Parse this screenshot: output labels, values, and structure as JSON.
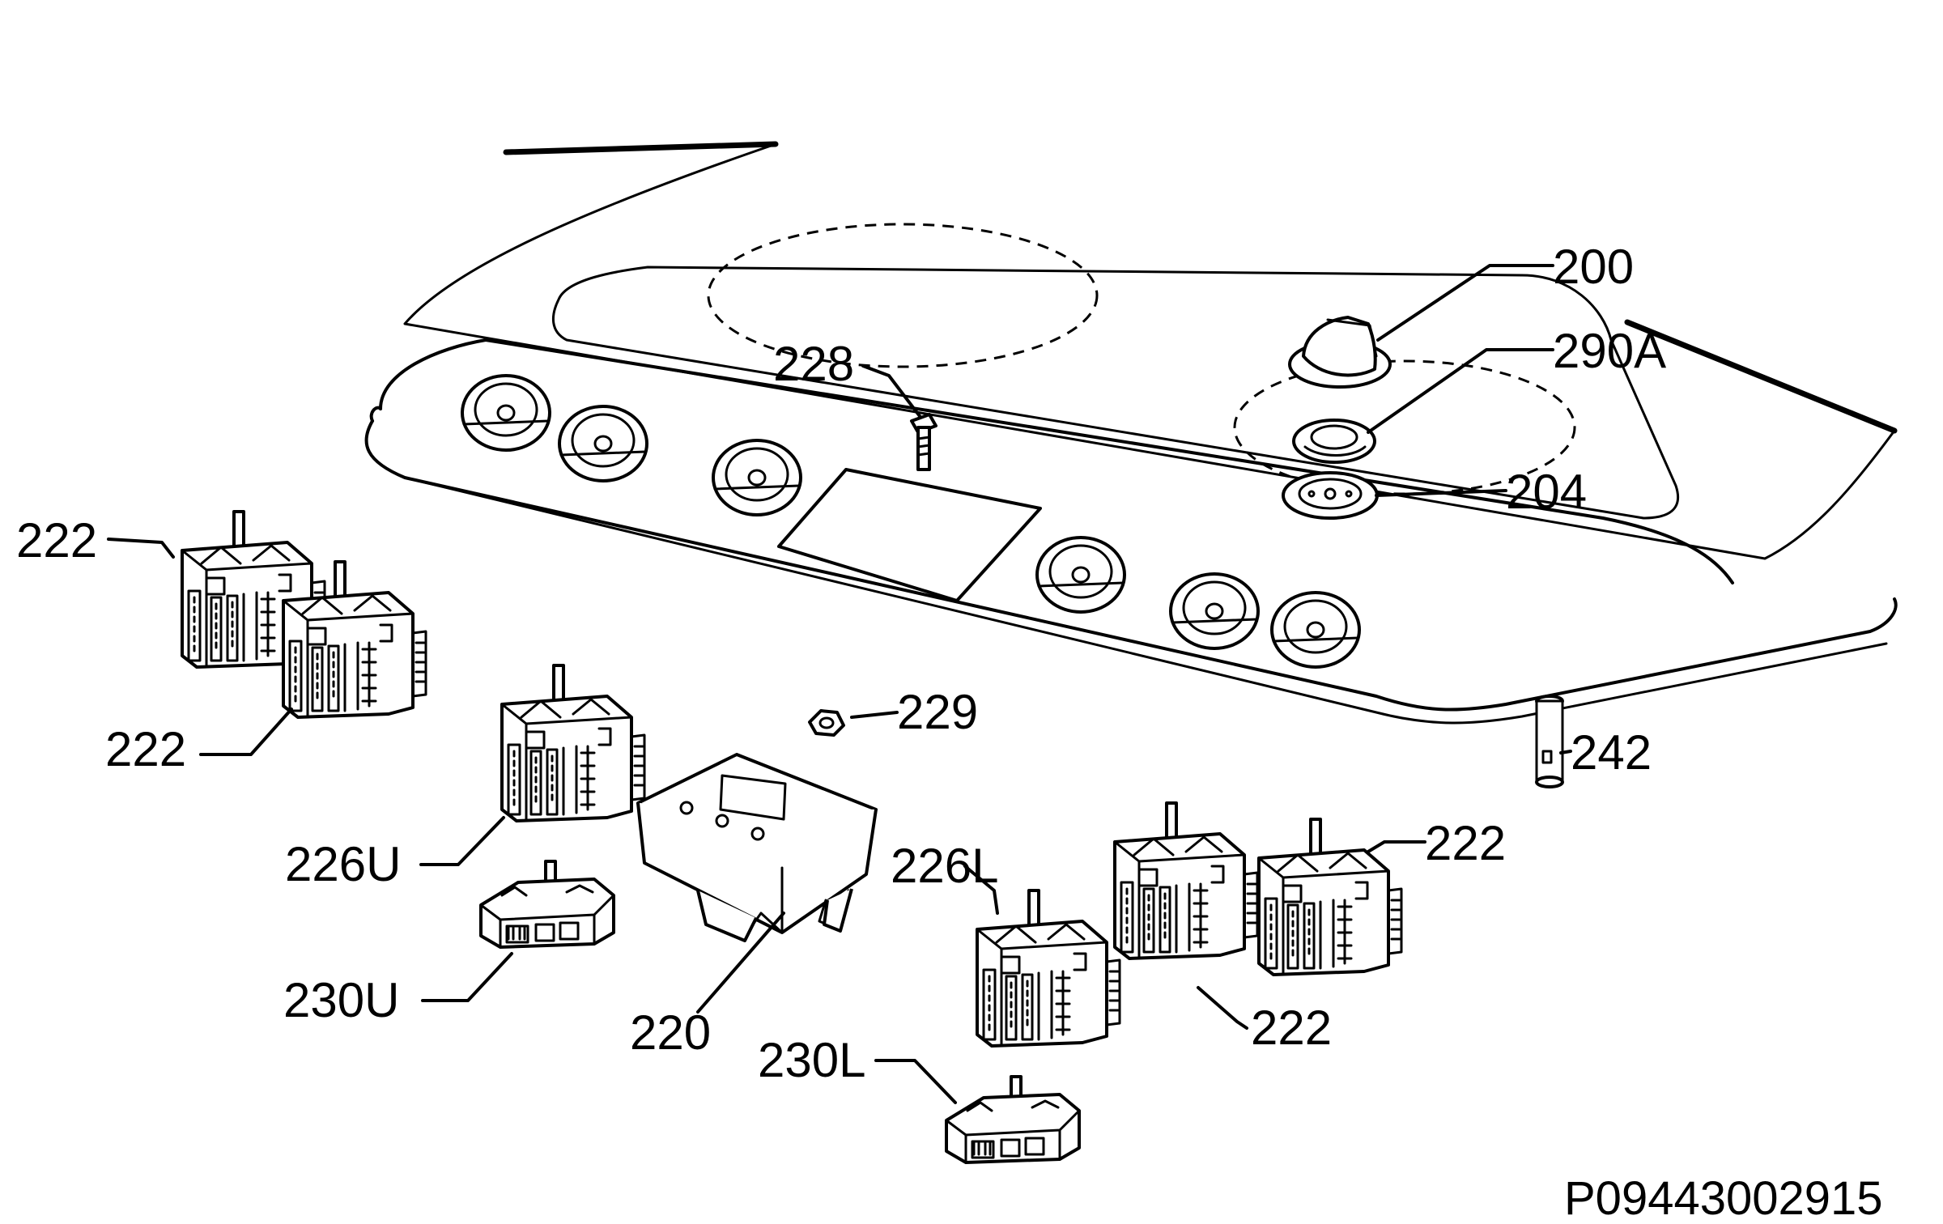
{
  "diagram": {
    "document_id": "P09443002915",
    "callouts": [
      {
        "id": "c200",
        "text": "200"
      },
      {
        "id": "c290a",
        "text": "290A"
      },
      {
        "id": "c204",
        "text": "204"
      },
      {
        "id": "c228",
        "text": "228"
      },
      {
        "id": "c222a",
        "text": "222"
      },
      {
        "id": "c222b",
        "text": "222"
      },
      {
        "id": "c229",
        "text": "229"
      },
      {
        "id": "c242",
        "text": "242"
      },
      {
        "id": "c222c",
        "text": "222"
      },
      {
        "id": "c226u",
        "text": "226U"
      },
      {
        "id": "c226l",
        "text": "226L"
      },
      {
        "id": "c230u",
        "text": "230U"
      },
      {
        "id": "c220",
        "text": "220"
      },
      {
        "id": "c222d",
        "text": "222"
      },
      {
        "id": "c230l",
        "text": "230L"
      }
    ]
  }
}
